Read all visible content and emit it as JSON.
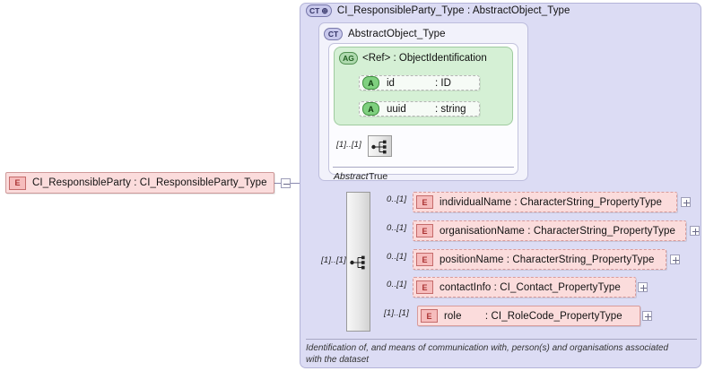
{
  "diagram": {
    "kind": "xsd-schema-diagram",
    "root_element": {
      "icon": "element-icon",
      "tag": "E",
      "label": "CI_ResponsibleParty : CI_ResponsiblePartyType",
      "label_text": "CI_ResponsibleParty : CI_ResponsibleParty_Type",
      "expander": "minus"
    },
    "complex_type": {
      "icon": "complextype-icon",
      "tag": "CT",
      "expander": "plus",
      "title": "CI_ResponsibleParty_Type : AbstractObject_Type"
    },
    "base_type": {
      "icon": "complextype-icon",
      "tag": "CT",
      "title": "AbstractObject_Type",
      "abstract_label": "Abstract",
      "abstract_value": "True",
      "attribute_group": {
        "icon": "attributegroup-icon",
        "tag": "AG",
        "title": "<Ref>      : ObjectIdentification",
        "attributes": [
          {
            "tag": "A",
            "name": "id",
            "type": ": ID"
          },
          {
            "tag": "A",
            "name": "uuid",
            "type": ": string"
          }
        ]
      },
      "sequence": {
        "icon": "sequence-icon",
        "cardinality": "[1]..[1]"
      }
    },
    "sequence": {
      "icon": "sequence-icon",
      "cardinality": "[1]..[1]"
    },
    "children": [
      {
        "tag": "E",
        "icon": "element-icon",
        "label": "individualName : CharacterString_PropertyType",
        "cardinality": "0..[1]",
        "optional": true,
        "expander": "plus"
      },
      {
        "tag": "E",
        "icon": "element-icon",
        "label": "organisationName : CharacterString_PropertyType",
        "cardinality": "0..[1]",
        "optional": true,
        "expander": "plus"
      },
      {
        "tag": "E",
        "icon": "element-icon",
        "label": "positionName : CharacterString_PropertyType",
        "cardinality": "0..[1]",
        "optional": true,
        "expander": "plus"
      },
      {
        "tag": "E",
        "icon": "element-icon",
        "label": "contactInfo : CI_Contact_PropertyType",
        "cardinality": "0..[1]",
        "optional": true,
        "expander": "plus"
      },
      {
        "tag": "E",
        "icon": "element-icon",
        "label": "role        : CI_RoleCode_PropertyType",
        "cardinality": "[1]..[1]",
        "optional": false,
        "expander": "plus"
      }
    ],
    "annotation": "Identification of, and means of communication with, person(s) and organisations associated with the dataset",
    "colors": {
      "element_fill": "#fbdcdc",
      "element_tag_fill": "#f6bcbc",
      "complextype_fill": "#dcdcf4",
      "complextype_inner_fill": "#f2f2fb",
      "attributegroup_fill": "#d5f0d5",
      "attribute_tag_fill": "#7fd07f",
      "connector": "#8a8ab0",
      "background": "#ffffff"
    }
  }
}
